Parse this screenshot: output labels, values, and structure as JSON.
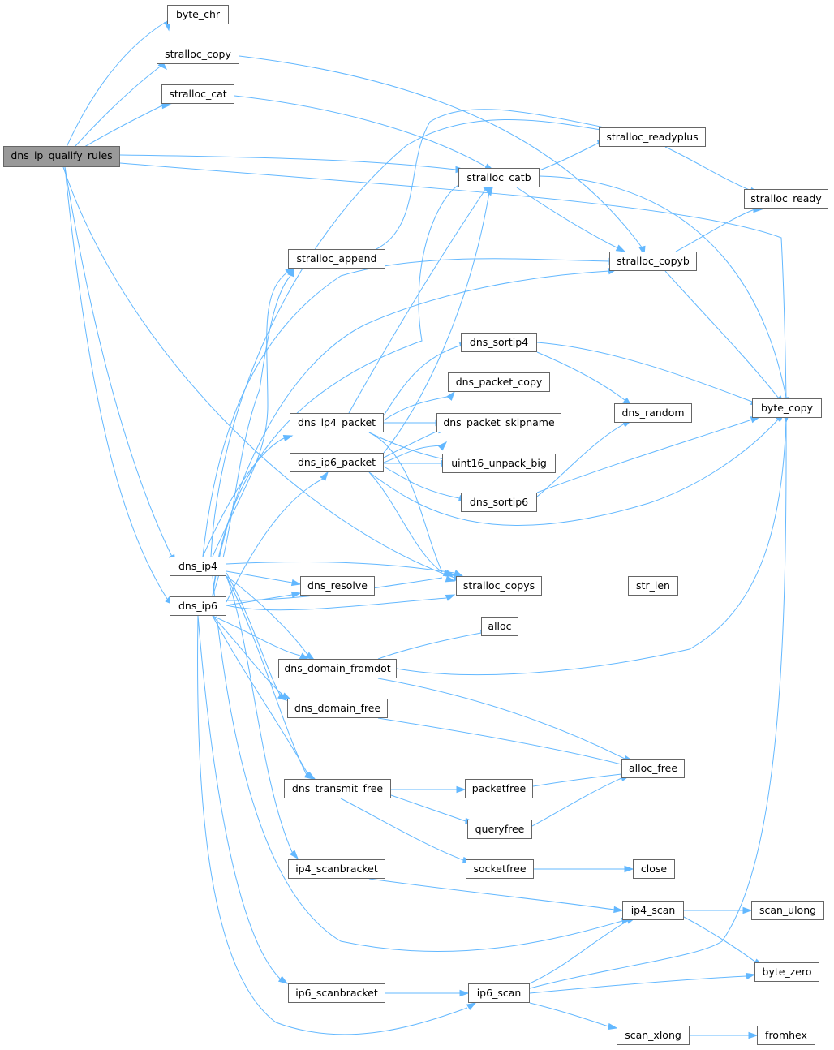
{
  "nodes": {
    "dns_ip_qualify_rules": "dns_ip_qualify_rules",
    "byte_chr": "byte_chr",
    "stralloc_copy": "stralloc_copy",
    "stralloc_cat": "stralloc_cat",
    "stralloc_readyplus": "stralloc_readyplus",
    "stralloc_catb": "stralloc_catb",
    "stralloc_ready": "stralloc_ready",
    "stralloc_append": "stralloc_append",
    "stralloc_copyb": "stralloc_copyb",
    "dns_sortip4": "dns_sortip4",
    "dns_packet_copy": "dns_packet_copy",
    "byte_copy": "byte_copy",
    "dns_ip4_packet": "dns_ip4_packet",
    "dns_packet_skipname": "dns_packet_skipname",
    "dns_random": "dns_random",
    "dns_ip6_packet": "dns_ip6_packet",
    "uint16_unpack_big": "uint16_unpack_big",
    "dns_sortip6": "dns_sortip6",
    "dns_ip4": "dns_ip4",
    "dns_ip6": "dns_ip6",
    "dns_resolve": "dns_resolve",
    "stralloc_copys": "stralloc_copys",
    "str_len": "str_len",
    "alloc": "alloc",
    "dns_domain_fromdot": "dns_domain_fromdot",
    "dns_domain_free": "dns_domain_free",
    "alloc_free": "alloc_free",
    "dns_transmit_free": "dns_transmit_free",
    "packetfree": "packetfree",
    "queryfree": "queryfree",
    "ip4_scanbracket": "ip4_scanbracket",
    "socketfree": "socketfree",
    "close": "close",
    "ip4_scan": "ip4_scan",
    "scan_ulong": "scan_ulong",
    "byte_zero": "byte_zero",
    "ip6_scanbracket": "ip6_scanbracket",
    "ip6_scan": "ip6_scan",
    "scan_xlong": "scan_xlong",
    "fromhex": "fromhex"
  },
  "colors": {
    "edge": "#63b8ff",
    "node_border": "#666666",
    "root_fill": "#999999"
  }
}
